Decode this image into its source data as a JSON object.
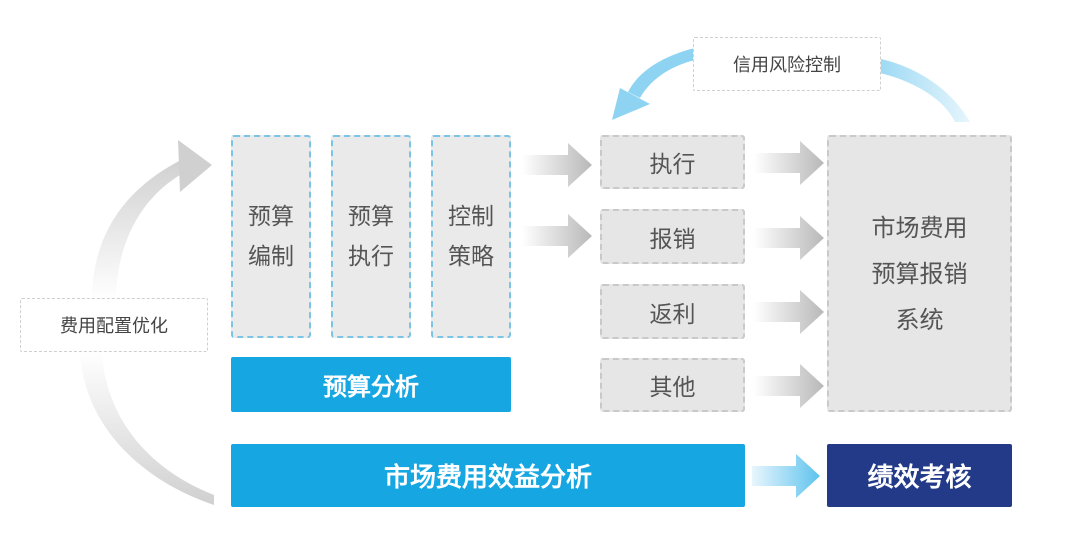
{
  "left_label": "费用配置优化",
  "top_label": "信用风险控制",
  "budget_steps": [
    {
      "line1": "预算",
      "line2": "编制"
    },
    {
      "line1": "预算",
      "line2": "执行"
    },
    {
      "line1": "控制",
      "line2": "策略"
    }
  ],
  "budget_bar": "预算分析",
  "activities": [
    "执行",
    "报销",
    "返利",
    "其他"
  ],
  "system_box": {
    "line1": "市场费用",
    "line2": "预算报销",
    "line3": "系统"
  },
  "efficiency_bar": "市场费用效益分析",
  "performance_bar": "绩效考核",
  "colors": {
    "accent_blue": "#16a6e2",
    "navy": "#233a88",
    "light_blue": "#a6dcf4",
    "arrow_gray": "#c8c8c8"
  }
}
